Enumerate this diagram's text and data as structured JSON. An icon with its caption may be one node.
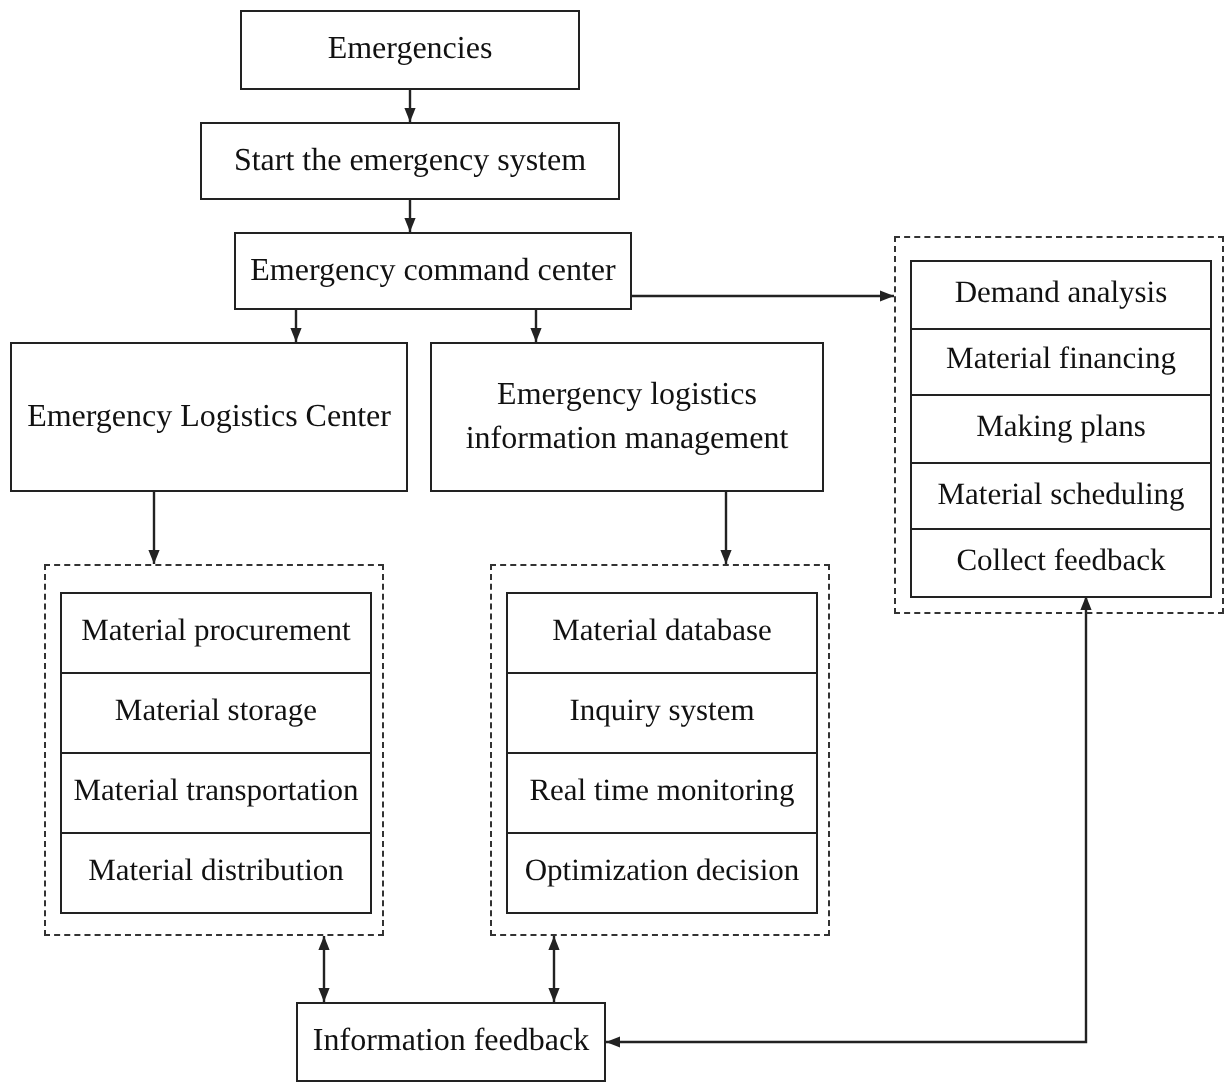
{
  "diagram": {
    "nodes": [
      {
        "text": [
          "Emergencies"
        ]
      },
      {
        "text": [
          "Start the emergency system"
        ]
      },
      {
        "text": [
          "Emergency command center"
        ]
      },
      {
        "text": [
          "Emergency Logistics Center"
        ]
      },
      {
        "text": [
          "Emergency logistics information management"
        ]
      },
      {
        "text": [],
        "shape": "box"
      },
      {
        "text": [
          "Material procurement"
        ],
        "in": 5
      },
      {
        "text": [
          "Material storage"
        ],
        "in": 5
      },
      {
        "text": [
          "Material transportation"
        ],
        "in": 5
      },
      {
        "text": [
          "Material distribution"
        ],
        "in": 5
      },
      {
        "text": [],
        "shape": "box"
      },
      {
        "text": [
          "Material database"
        ],
        "in": 10
      },
      {
        "text": [
          "Inquiry system"
        ],
        "in": 10
      },
      {
        "text": [
          "Real time monitoring"
        ],
        "in": 10
      },
      {
        "text": [
          "Optimization decision"
        ],
        "in": 10
      },
      {
        "text": [],
        "shape": "box"
      },
      {
        "text": [
          "Demand analysis"
        ],
        "in": 15
      },
      {
        "text": [
          "Material financing"
        ],
        "in": 15
      },
      {
        "text": [
          "Making plans"
        ],
        "in": 15
      },
      {
        "text": [
          "Material scheduling"
        ],
        "in": 15
      },
      {
        "text": [
          "Collect feedback"
        ],
        "in": 15
      },
      {
        "text": [
          "Information feedback"
        ]
      }
    ],
    "edges": [
      {
        "from": 0,
        "to": 1,
        "arrow": "to"
      },
      {
        "from": 1,
        "to": 2,
        "arrow": "to"
      },
      {
        "from": 2,
        "to": 3,
        "arrow": "to"
      },
      {
        "from": 2,
        "to": 4,
        "arrow": "to"
      },
      {
        "from": 2,
        "to": 15,
        "arrow": "to"
      },
      {
        "from": 3,
        "to": 5,
        "arrow": "to"
      },
      {
        "from": 4,
        "to": 10,
        "arrow": "to"
      },
      {
        "from": 5,
        "to": 21,
        "arrow": "both"
      },
      {
        "from": 10,
        "to": 21,
        "arrow": "both"
      },
      {
        "from": 20,
        "to": 21,
        "arrow": "both"
      }
    ]
  }
}
